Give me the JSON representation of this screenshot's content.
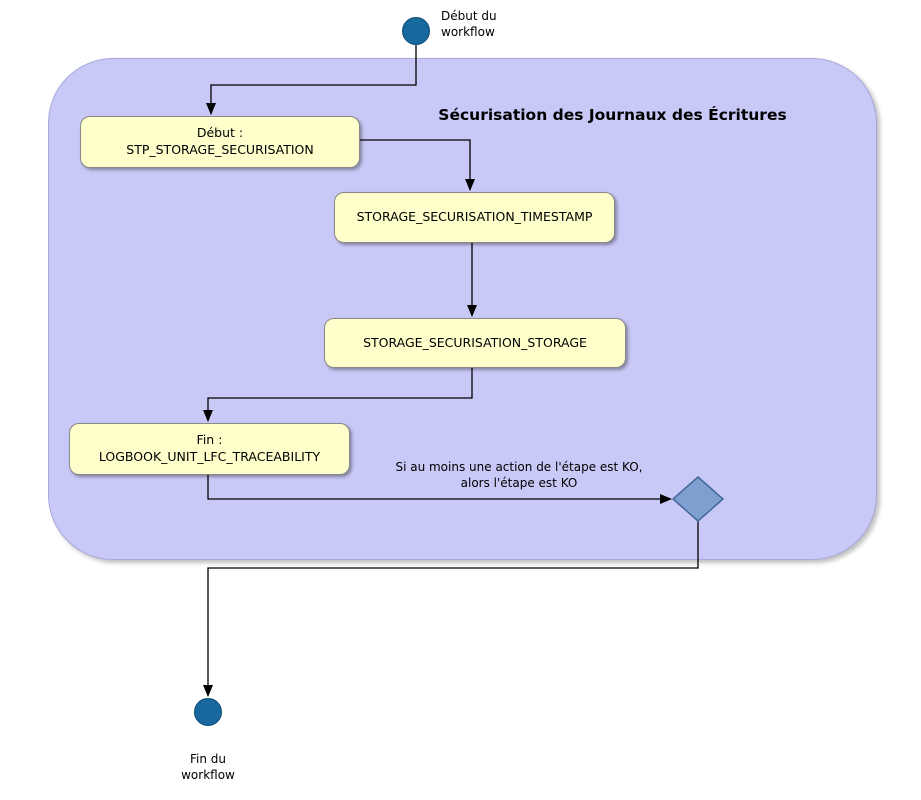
{
  "workflow": {
    "start": {
      "label": "Début du\nworkflow"
    },
    "end": {
      "label": "Fin du\nworkflow"
    },
    "container": {
      "title": "Sécurisation des Journaux des Écritures"
    },
    "tasks": [
      {
        "label": "Début :\nSTP_STORAGE_SECURISATION"
      },
      {
        "label": "STORAGE_SECURISATION_TIMESTAMP"
      },
      {
        "label": "STORAGE_SECURISATION_STORAGE"
      },
      {
        "label": "Fin :\nLOGBOOK_UNIT_LFC_TRACEABILITY"
      }
    ],
    "decision": {
      "note": "Si au moins une action de l'étape est KO,\nalors l'étape est KO"
    },
    "colors": {
      "container_fill": "#c9c9f7",
      "task_fill": "#ffffcc",
      "task_border": "#8a8a8a",
      "terminal_node_fill": "#16689d",
      "decision_fill": "#7da0d0",
      "decision_border": "#44689a",
      "connector": "#000000"
    }
  }
}
